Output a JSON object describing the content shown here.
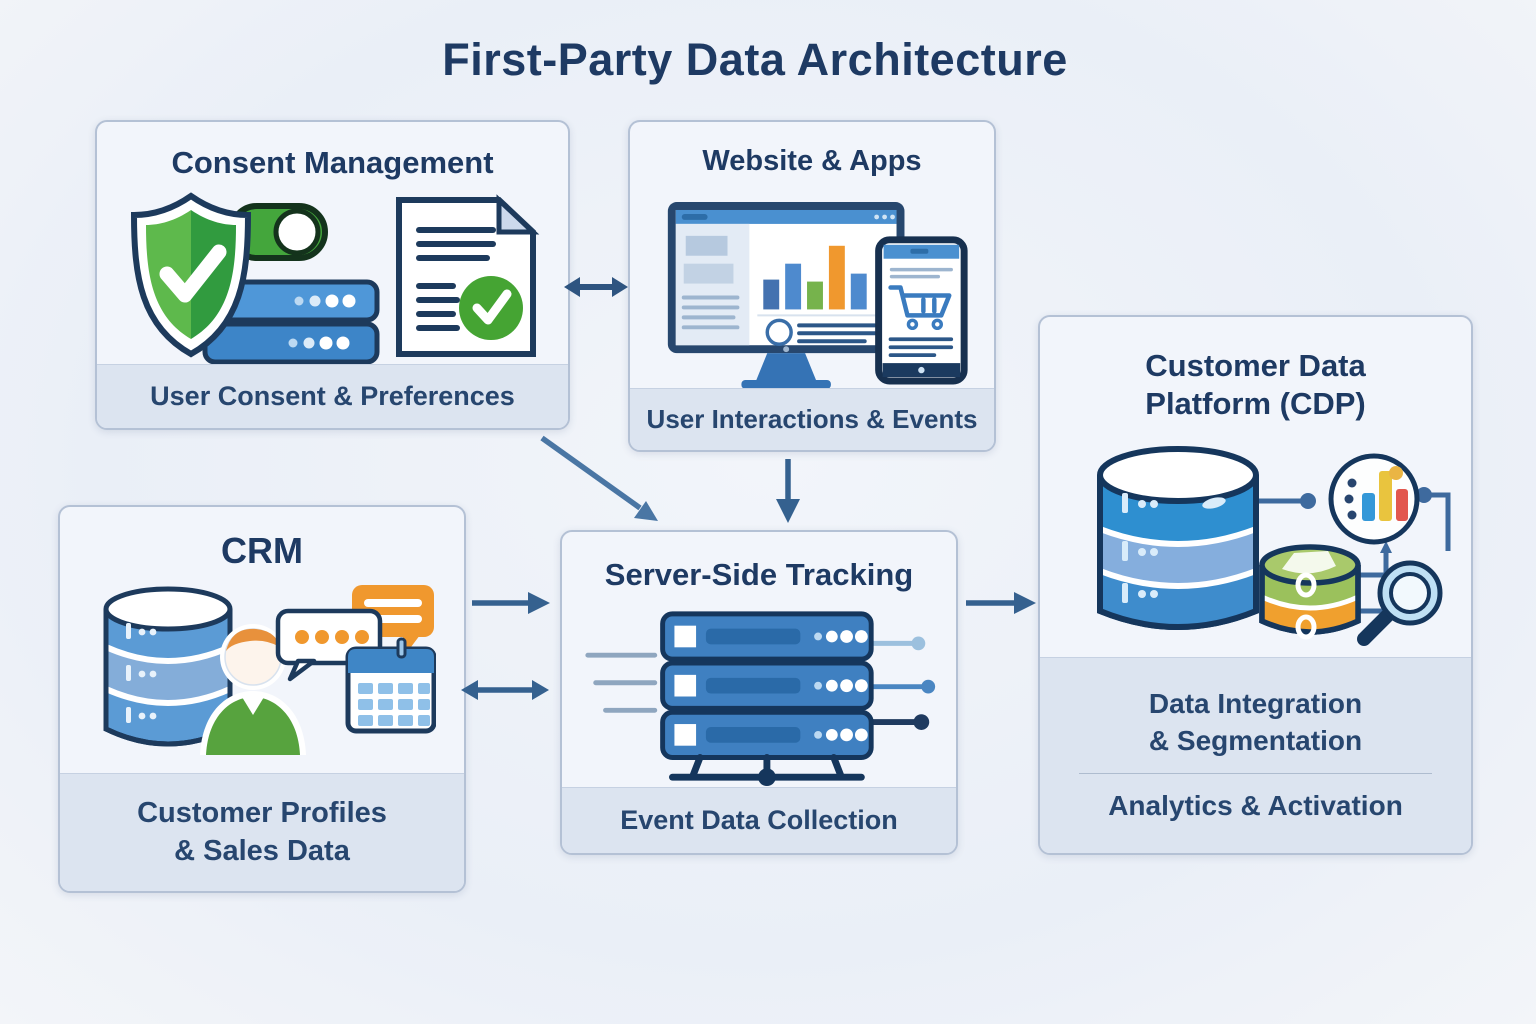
{
  "title": "First-Party Data Architecture",
  "colors": {
    "background": "#edf1f8",
    "box_background": "#f2f5fb",
    "box_border": "#b4c1d5",
    "footer_background": "#dce4f0",
    "heading_text": "#1e3a63",
    "caption_text": "#27466f",
    "arrow": "#2e5480",
    "diagonal_arrow": "#4a76a4",
    "green": "#45a433",
    "blue": "#4a90d0",
    "orange": "#f0982e",
    "red": "#e2574e",
    "yellow": "#e9c43e"
  },
  "nodes": {
    "consent_management": {
      "title": "Consent Management",
      "caption": "User Consent & Preferences",
      "icons": [
        "shield-check-icon",
        "toggle-on-icon",
        "server-stack-icon",
        "consent-document-icon"
      ]
    },
    "website_apps": {
      "title": "Website & Apps",
      "caption": "User Interactions & Events",
      "icons": [
        "desktop-analytics-icon",
        "mobile-shopping-cart-icon"
      ]
    },
    "crm": {
      "title": "CRM",
      "caption_line1": "Customer Profiles",
      "caption_line2": "& Sales Data",
      "icons": [
        "database-icon",
        "customer-avatar-icon",
        "chat-bubbles-icon",
        "calendar-icon"
      ]
    },
    "server_side_tracking": {
      "title": "Server-Side Tracking",
      "caption": "Event Data Collection",
      "icons": [
        "server-rack-icon"
      ]
    },
    "customer_data_platform": {
      "title_line1": "Customer Data",
      "title_line2": "Platform (CDP)",
      "caption_top_line1": "Data Integration",
      "caption_top_line2": "& Segmentation",
      "caption_bottom": "Analytics & Activation",
      "icons": [
        "database-stack-icon",
        "segments-database-icon",
        "analytics-chart-icon",
        "magnifier-icon"
      ]
    }
  },
  "connections": [
    {
      "from": "Consent Management",
      "to": "Website & Apps",
      "style": "bidirectional"
    },
    {
      "from": "Consent Management",
      "to": "Server-Side Tracking",
      "style": "diagonal"
    },
    {
      "from": "Website & Apps",
      "to": "Server-Side Tracking",
      "style": "down"
    },
    {
      "from": "CRM",
      "to": "Server-Side Tracking",
      "style": "right"
    },
    {
      "from": "CRM",
      "to": "Server-Side Tracking",
      "style": "bidirectional"
    },
    {
      "from": "Server-Side Tracking",
      "to": "Customer Data Platform (CDP)",
      "style": "right"
    }
  ]
}
